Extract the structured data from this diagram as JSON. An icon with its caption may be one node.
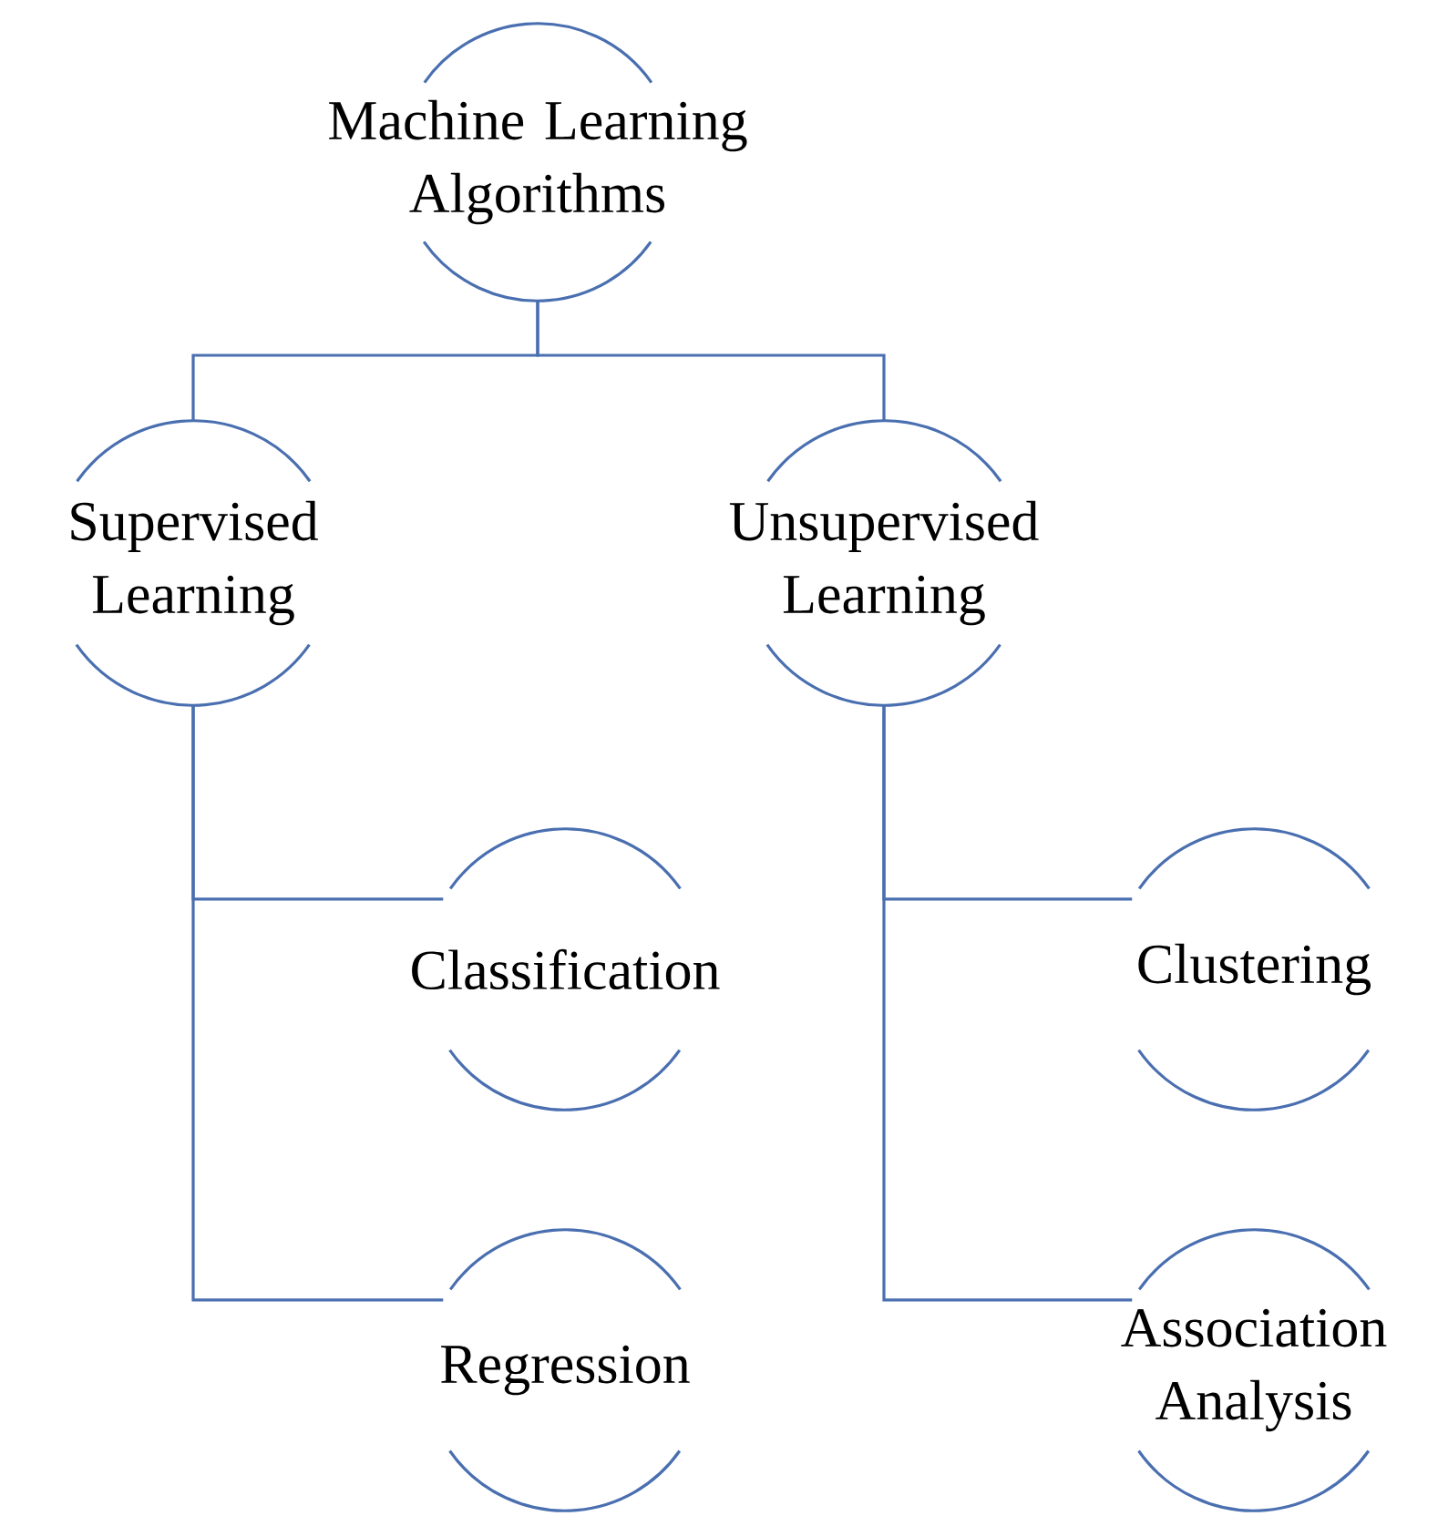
{
  "diagram": {
    "nodes": [
      {
        "text": [
          "Machine Learning Algorithms"
        ]
      },
      {
        "text": [
          "Supervised Learning"
        ]
      },
      {
        "text": [
          "Unsupervised Learning"
        ]
      },
      {
        "text": [
          "Classification"
        ]
      },
      {
        "text": [
          "Regression"
        ]
      },
      {
        "text": [
          "Clustering"
        ]
      },
      {
        "text": [
          "Association Analysis"
        ]
      }
    ],
    "edges": [
      {
        "from": 0,
        "to": 1,
        "arrow": "none"
      },
      {
        "from": 0,
        "to": 2,
        "arrow": "none"
      },
      {
        "from": 1,
        "to": 3,
        "arrow": "none"
      },
      {
        "from": 1,
        "to": 4,
        "arrow": "none"
      },
      {
        "from": 2,
        "to": 5,
        "arrow": "none"
      },
      {
        "from": 2,
        "to": 6,
        "arrow": "none"
      }
    ]
  }
}
